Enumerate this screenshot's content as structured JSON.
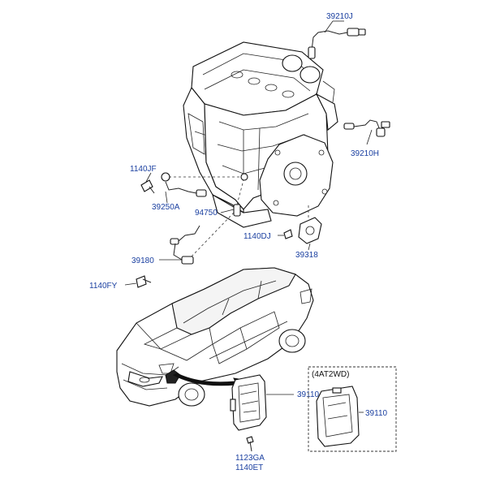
{
  "labels": {
    "o2_sensor_upper": "39210J",
    "o2_sensor_lower": "39210H",
    "bolt_1140jf": "1140JF",
    "sensor_39250a": "39250A",
    "sensor_94750": "94750",
    "bolt_1140dj": "1140DJ",
    "sensor_39318": "39318",
    "sensor_39180": "39180",
    "bolt_1140fy": "1140FY",
    "ecu_39110": "39110",
    "ecu_39110_alt": "39110",
    "bolt_1123ga": "1123GA",
    "bolt_1140et": "1140ET"
  },
  "inset": {
    "title": "(4AT2WD)"
  }
}
